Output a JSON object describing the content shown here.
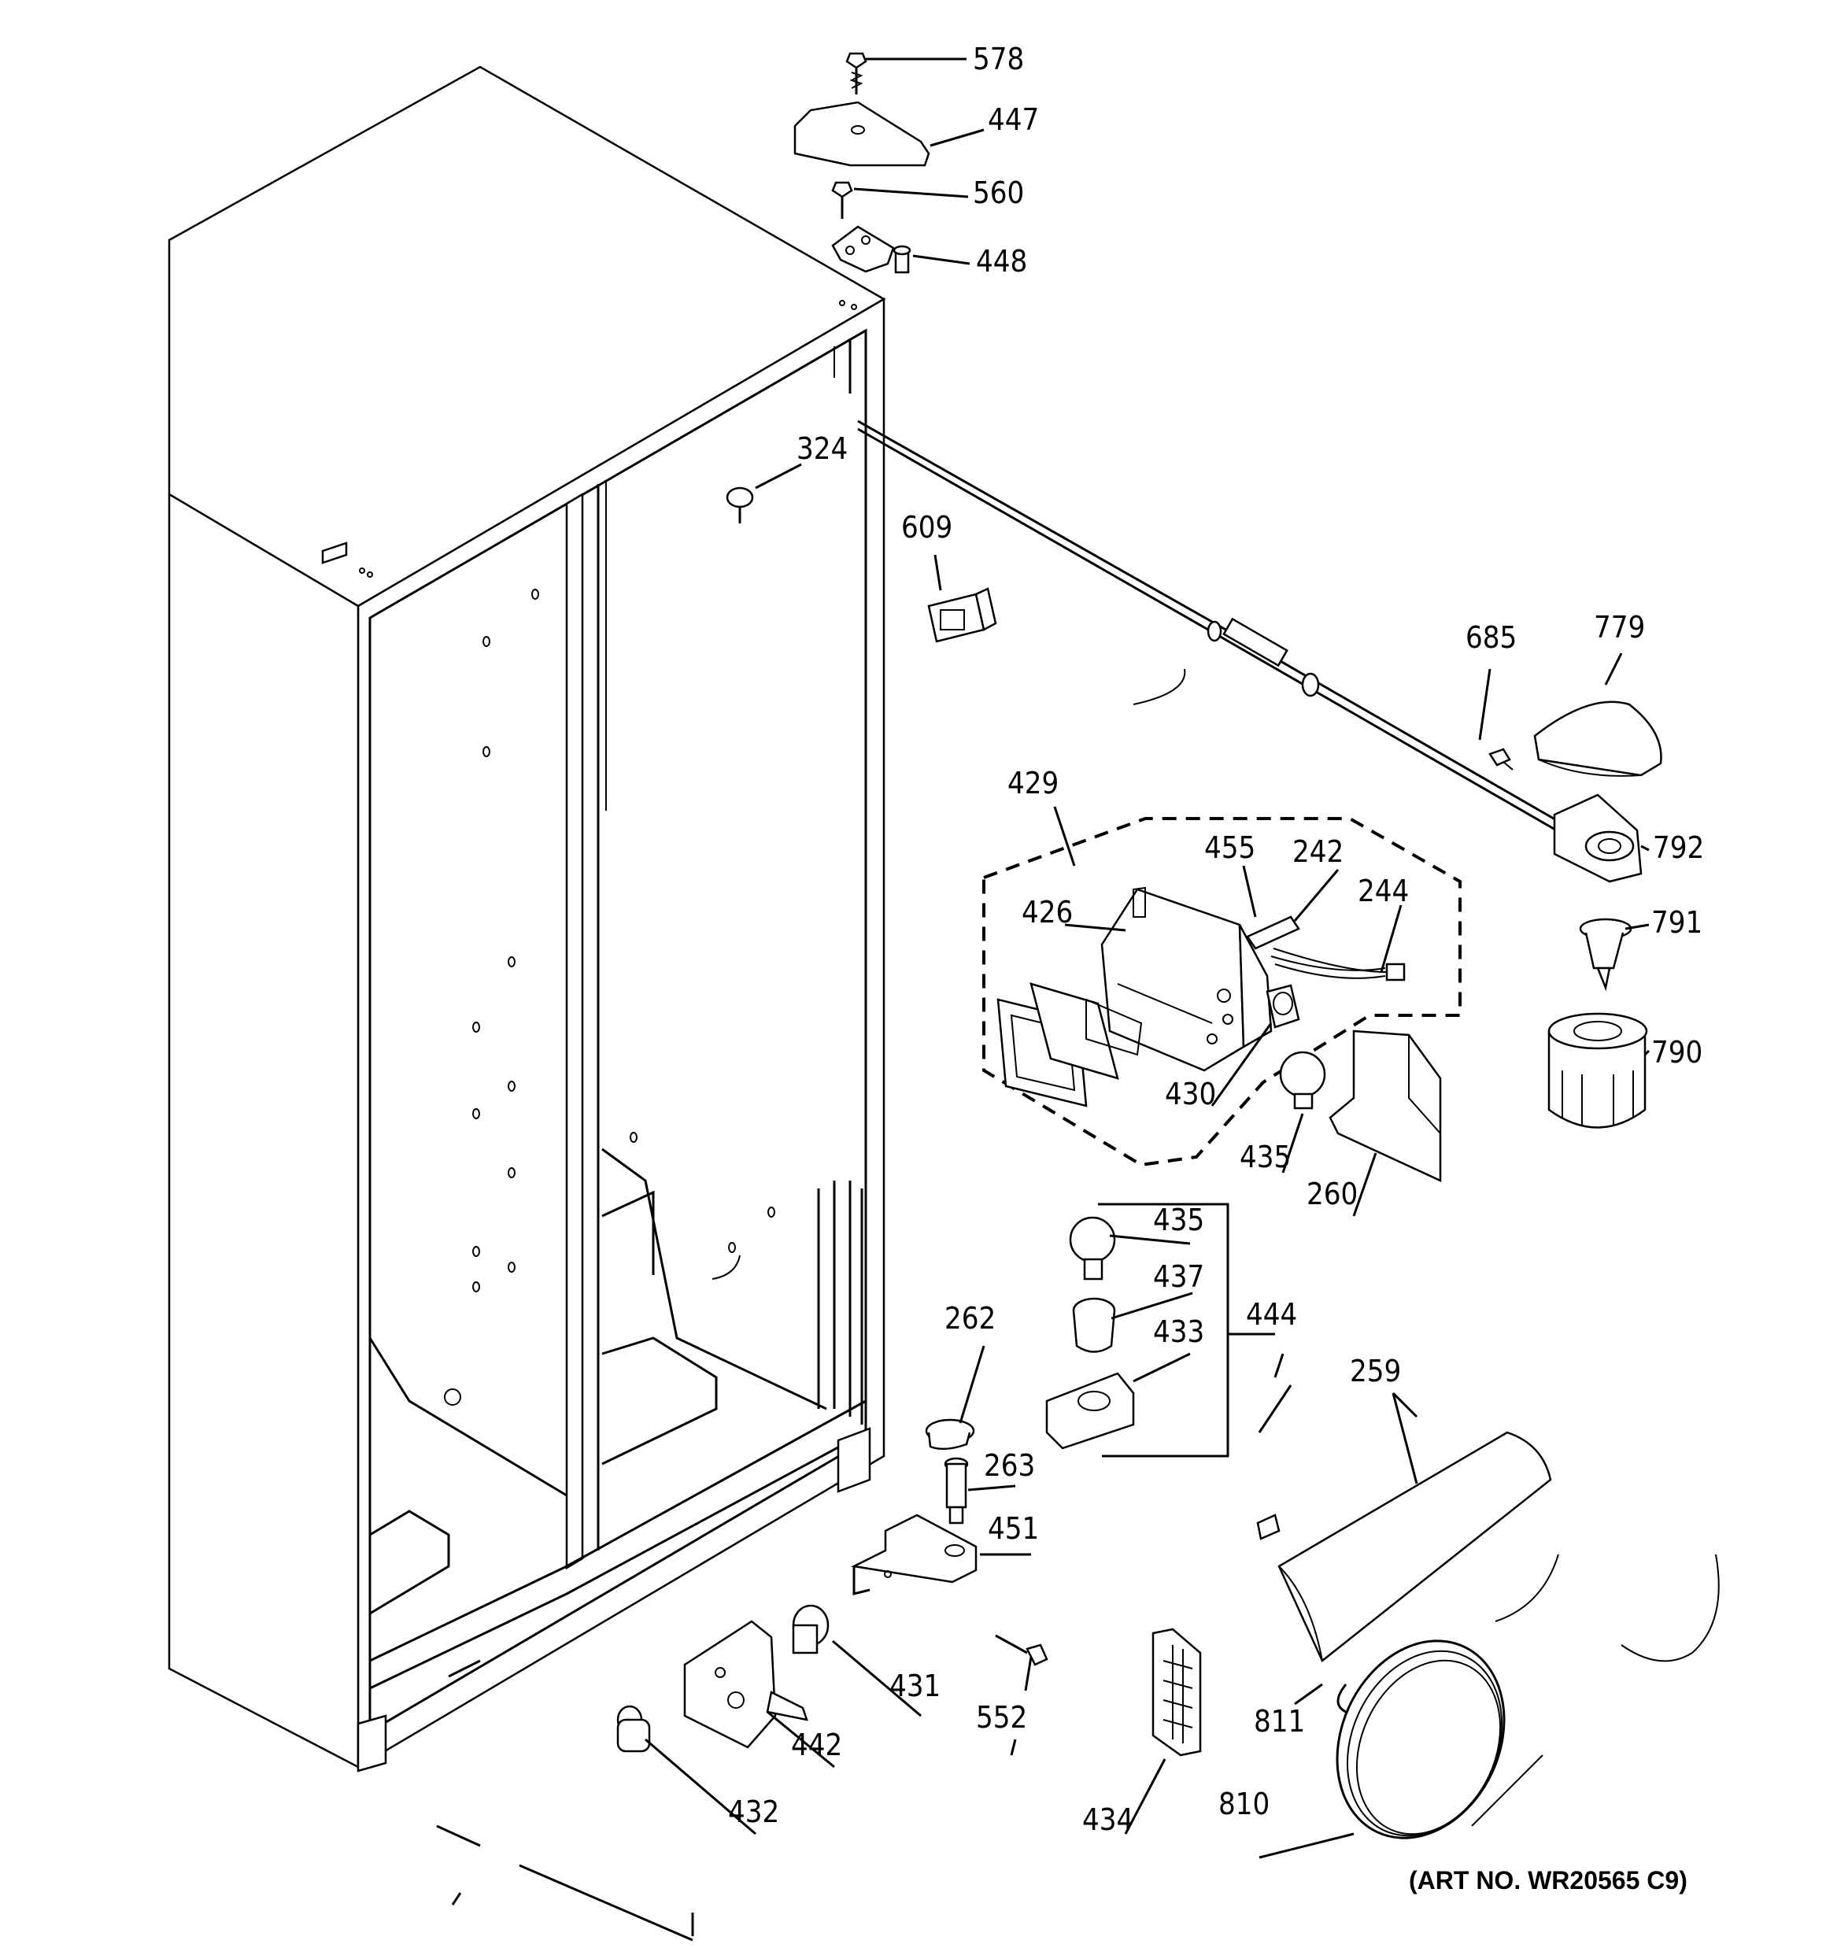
{
  "art_number": "(ART NO. WR20565 C9)",
  "callouts": [
    {
      "id": "578",
      "label": "578"
    },
    {
      "id": "447",
      "label": "447"
    },
    {
      "id": "560",
      "label": "560"
    },
    {
      "id": "448",
      "label": "448"
    },
    {
      "id": "324",
      "label": "324"
    },
    {
      "id": "609",
      "label": "609"
    },
    {
      "id": "685",
      "label": "685"
    },
    {
      "id": "779",
      "label": "779"
    },
    {
      "id": "429",
      "label": "429"
    },
    {
      "id": "455",
      "label": "455"
    },
    {
      "id": "242",
      "label": "242"
    },
    {
      "id": "244",
      "label": "244"
    },
    {
      "id": "426",
      "label": "426"
    },
    {
      "id": "792",
      "label": "792"
    },
    {
      "id": "791",
      "label": "791"
    },
    {
      "id": "790",
      "label": "790"
    },
    {
      "id": "430",
      "label": "430"
    },
    {
      "id": "435a",
      "label": "435"
    },
    {
      "id": "260",
      "label": "260"
    },
    {
      "id": "435b",
      "label": "435"
    },
    {
      "id": "437",
      "label": "437"
    },
    {
      "id": "433",
      "label": "433"
    },
    {
      "id": "444",
      "label": "444"
    },
    {
      "id": "262",
      "label": "262"
    },
    {
      "id": "263",
      "label": "263"
    },
    {
      "id": "451",
      "label": "451"
    },
    {
      "id": "259",
      "label": "259"
    },
    {
      "id": "431",
      "label": "431"
    },
    {
      "id": "552",
      "label": "552"
    },
    {
      "id": "442",
      "label": "442"
    },
    {
      "id": "811",
      "label": "811"
    },
    {
      "id": "432",
      "label": "432"
    },
    {
      "id": "434",
      "label": "434"
    },
    {
      "id": "810",
      "label": "810"
    }
  ]
}
